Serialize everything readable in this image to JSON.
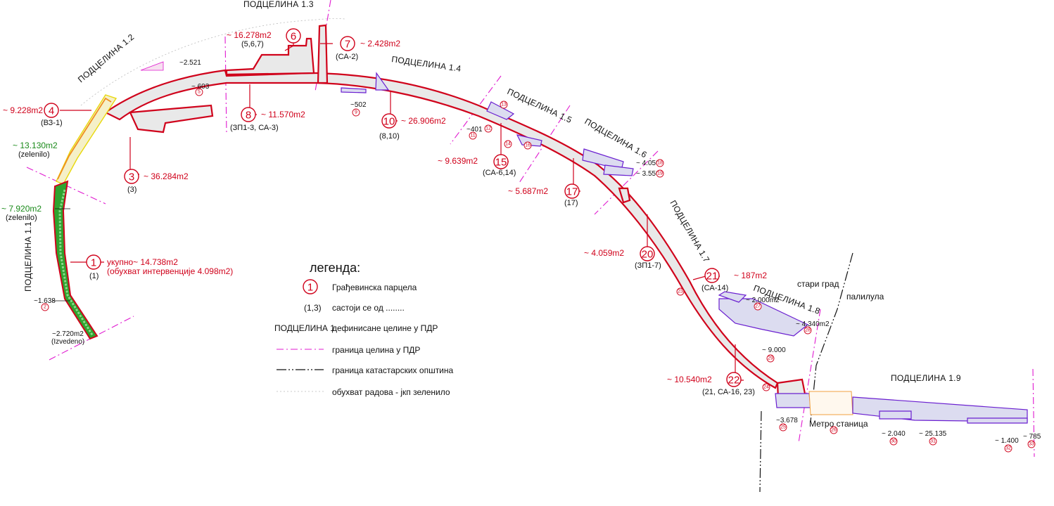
{
  "zones": {
    "z11": "ПОДЦЕЛИНА 1.1",
    "z12": "ПОДЦЕЛИНА 1.2",
    "z13": "ПОДЦЕЛИНА 1.3",
    "z14": "ПОДЦЕЛИНА 1.4",
    "z15": "ПОДЦЕЛИНА 1.5",
    "z16": "ПОДЦЕЛИНА 1.6",
    "z17": "ПОДЦЕЛИНА 1.7",
    "z18": "ПОДЦЕЛИНА 1.8",
    "z19": "ПОДЦЕЛИНА 1.9"
  },
  "parcels": {
    "p1": {
      "num": "1",
      "area": "укупно~ 14.738m2",
      "note": "(обухват интервенције 4.098m2)",
      "of": "(1)"
    },
    "p3": {
      "num": "3",
      "area": "~ 36.284m2",
      "of": "(3)"
    },
    "p4": {
      "num": "4",
      "area": "~ 9.228m2",
      "of": "(ВЗ-1)"
    },
    "p6": {
      "num": "6",
      "area": "~ 16.278m2",
      "of": "(5,6,7)"
    },
    "p7": {
      "num": "7",
      "area": "~ 2.428m2",
      "of": "(СА-2)"
    },
    "p8": {
      "num": "8",
      "area": "~ 11.570m2",
      "of": "(ЗП1-3, СА-3)"
    },
    "p10": {
      "num": "10",
      "area": "~ 26.906m2",
      "of": "(8,10)"
    },
    "p15": {
      "num": "15",
      "area": "~ 9.639m2",
      "of": "(СА-6,14)"
    },
    "p17": {
      "num": "17",
      "area": "~ 5.687m2",
      "of": "(17)"
    },
    "p20": {
      "num": "20",
      "area": "~ 4.059m2",
      "of": "(ЗП1-7)"
    },
    "p21": {
      "num": "21",
      "area": "~ 187m2",
      "of": "(СА-14)"
    },
    "p22": {
      "num": "22",
      "area": "~ 10.540m2",
      "of": "(21, СА-16, 23)"
    }
  },
  "green": {
    "g1": {
      "area": "~ 13.130m2",
      "note": "(zelenilo)"
    },
    "g2": {
      "area": "~ 7.920m2",
      "note": "(zelenilo)"
    }
  },
  "small_labels": {
    "s2521": "~2.521",
    "s603": "~ 603",
    "s502": "~502",
    "s401": "~401",
    "s4050": "~ 4.050",
    "s3550": "~ 3.550",
    "s1638": "~1.638",
    "s2720": "~2.720m2",
    "s2720b": "(Izvedeno)",
    "s2000": "~ 2.000m2",
    "s4340": "~ 4.340m2",
    "s9000": "~ 9.000",
    "s3678": "~3.678",
    "s2040": "~ 2.040",
    "s25135": "~ 25.135",
    "s1400": "~ 1.400",
    "s785": "~ 785"
  },
  "mini_circles": {
    "m2": "2",
    "m5": "5",
    "m9": "9",
    "m11": "11",
    "m12": "12",
    "m13": "13",
    "m14": "14",
    "m16": "16",
    "m18": "18",
    "m19": "19",
    "m23": "23",
    "m24": "24",
    "m25": "25",
    "m26": "26",
    "m27": "27",
    "m28": "28",
    "m29": "29",
    "m30": "30",
    "m31": "31",
    "m32": "32",
    "m33": "33"
  },
  "places": {
    "stari": "стари град",
    "palilula": "палилула",
    "metro": "Метро станица"
  },
  "legend": {
    "title": "легенда:",
    "item1_sym": "1",
    "item1": "Грађевинска парцела",
    "item2_sym": "(1,3)",
    "item2": "састоји се од ........",
    "item3_sym": "ПОДЦЕЛИНА 1",
    "item3": "дефинисане целине у ПДР",
    "item4": "граница целина у ПДР",
    "item5": "граница катастарских општина",
    "item6": "обухват радова - јкп зеленило"
  },
  "colors": {
    "parcel_border": "#d0021b",
    "sub_border": "#6a1fd0",
    "zone_boundary": "#e01ad0",
    "green": "#1a8a1a"
  }
}
